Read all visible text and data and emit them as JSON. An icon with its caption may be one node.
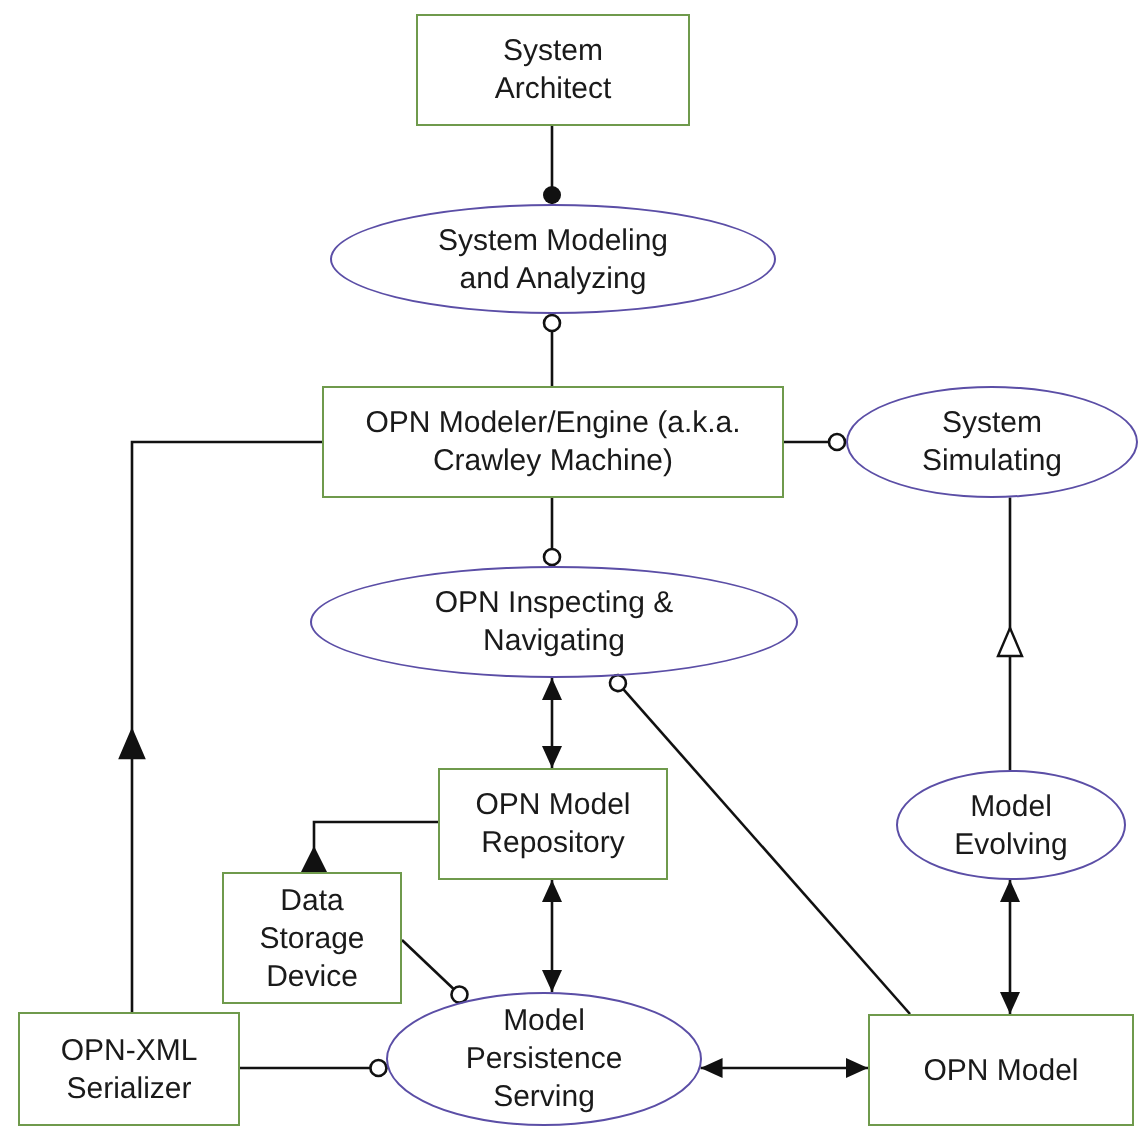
{
  "diagram": {
    "nodes": [
      {
        "text": [
          "System Architect"
        ]
      },
      {
        "text": [
          "System Modeling and Analyzing"
        ]
      },
      {
        "text": [
          "OPN Modeler/Engine (a.k.a. Crawley Machine)"
        ]
      },
      {
        "text": [
          "System Simulating"
        ]
      },
      {
        "text": [
          "OPN Inspecting & Navigating"
        ]
      },
      {
        "text": [
          "Model Evolving"
        ]
      },
      {
        "text": [
          "OPN Model Repository"
        ]
      },
      {
        "text": [
          "Data Storage Device"
        ]
      },
      {
        "text": [
          "OPN-XML Serializer"
        ]
      },
      {
        "text": [
          "Model Persistence Serving"
        ]
      },
      {
        "text": [
          "OPN Model"
        ]
      }
    ],
    "edges": [
      {
        "from": 0,
        "to": 1,
        "arrow": "other"
      },
      {
        "from": 2,
        "to": 1,
        "arrow": "other"
      },
      {
        "from": 2,
        "to": 3,
        "arrow": "other"
      },
      {
        "from": 2,
        "to": 4,
        "arrow": "other"
      },
      {
        "from": 8,
        "to": 2,
        "arrow": "to"
      },
      {
        "from": 5,
        "to": 3,
        "arrow": "to"
      },
      {
        "from": 4,
        "to": 6,
        "arrow": "both"
      },
      {
        "from": 6,
        "to": 7,
        "arrow": "other"
      },
      {
        "from": 6,
        "to": 9,
        "arrow": "both"
      },
      {
        "from": 7,
        "to": 9,
        "arrow": "other"
      },
      {
        "from": 8,
        "to": 9,
        "arrow": "other"
      },
      {
        "from": 9,
        "to": 10,
        "arrow": "both"
      },
      {
        "from": 5,
        "to": 10,
        "arrow": "both"
      },
      {
        "from": 10,
        "to": 4,
        "arrow": "other"
      }
    ]
  }
}
